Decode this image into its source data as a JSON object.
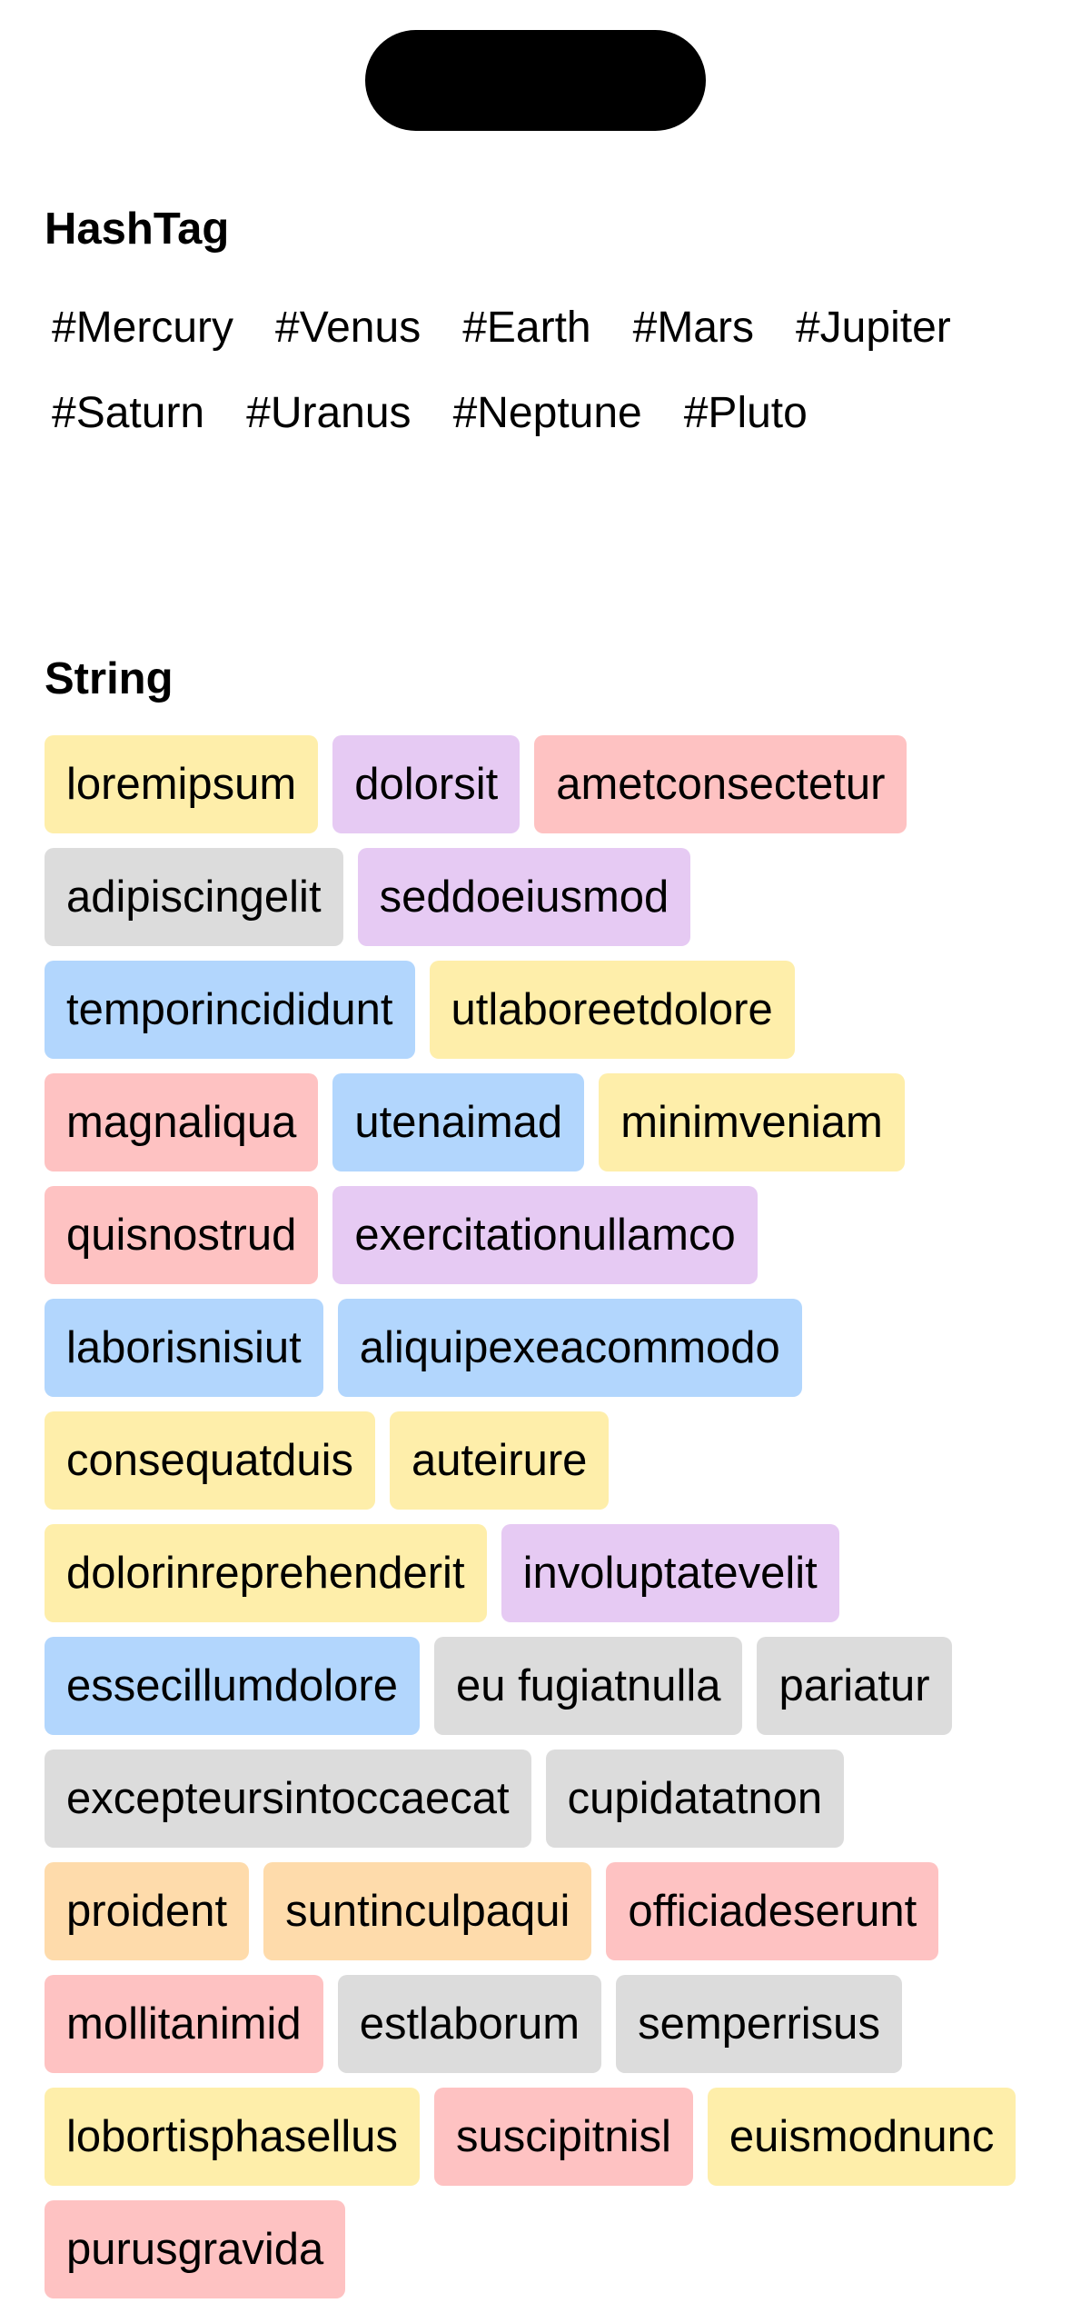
{
  "colors": {
    "yellow": "#feeeaa",
    "purple": "#e6caf3",
    "red": "#fec2c2",
    "gray": "#dcdcdc",
    "blue": "#b2d6fd",
    "orange": "#fedbab"
  },
  "hashtag_section": {
    "title": "HashTag",
    "tags": [
      "#Mercury",
      "#Venus",
      "#Earth",
      "#Mars",
      "#Jupiter",
      "#Saturn",
      "#Uranus",
      "#Neptune",
      "#Pluto"
    ]
  },
  "string_section": {
    "title": "String",
    "chips": [
      {
        "label": "loremipsum",
        "color": "yellow"
      },
      {
        "label": "dolorsit",
        "color": "purple"
      },
      {
        "label": "ametconsectetur",
        "color": "red"
      },
      {
        "label": "adipiscingelit",
        "color": "gray"
      },
      {
        "label": "seddoeiusmod",
        "color": "purple"
      },
      {
        "label": "temporincididunt",
        "color": "blue"
      },
      {
        "label": "utlaboreetdolore",
        "color": "yellow"
      },
      {
        "label": "magnaliqua",
        "color": "red"
      },
      {
        "label": "utenaimad",
        "color": "blue"
      },
      {
        "label": "minimveniam",
        "color": "yellow"
      },
      {
        "label": "quisnostrud",
        "color": "red"
      },
      {
        "label": "exercitationullamco",
        "color": "purple"
      },
      {
        "label": "laborisnisiut",
        "color": "blue"
      },
      {
        "label": "aliquipexeacommodo",
        "color": "blue"
      },
      {
        "label": "consequatduis",
        "color": "yellow"
      },
      {
        "label": "auteirure",
        "color": "yellow"
      },
      {
        "label": "dolorinreprehenderit",
        "color": "yellow"
      },
      {
        "label": "involuptatevelit",
        "color": "purple"
      },
      {
        "label": "essecillumdolore",
        "color": "blue"
      },
      {
        "label": "eu fugiatnulla",
        "color": "gray"
      },
      {
        "label": "pariatur",
        "color": "gray"
      },
      {
        "label": "excepteursintoccaecat",
        "color": "gray"
      },
      {
        "label": "cupidatatnon",
        "color": "gray"
      },
      {
        "label": "proident",
        "color": "orange"
      },
      {
        "label": "suntinculpaqui",
        "color": "orange"
      },
      {
        "label": "officiadeserunt",
        "color": "red"
      },
      {
        "label": "mollitanimid",
        "color": "red"
      },
      {
        "label": "estlaborum",
        "color": "gray"
      },
      {
        "label": "semperrisus",
        "color": "gray"
      },
      {
        "label": "lobortisphasellus",
        "color": "yellow"
      },
      {
        "label": "suscipitnisl",
        "color": "red"
      },
      {
        "label": "euismodnunc",
        "color": "yellow"
      },
      {
        "label": "purusgravida",
        "color": "red"
      }
    ]
  }
}
